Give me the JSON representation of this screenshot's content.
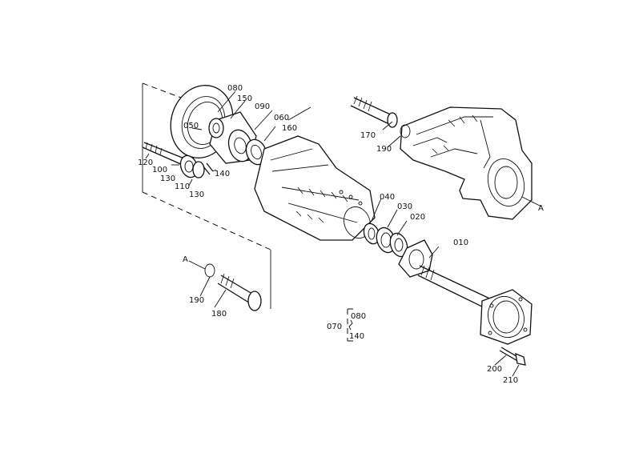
{
  "labels": {
    "p010": "010",
    "p020": "020",
    "p030": "030",
    "p040": "040",
    "p050": "050",
    "p060": "060",
    "p070": "070",
    "p080": "080",
    "p090": "090",
    "p100": "100",
    "p110": "110",
    "p120": "120",
    "p130a": "130",
    "p130b": "130",
    "p140": "140",
    "p150": "150",
    "p160": "160",
    "p170": "170",
    "p180": "180",
    "p190a": "190",
    "p190b": "190",
    "p200": "200",
    "p210": "210",
    "group_from": "080",
    "group_to": "140",
    "ref_a1": "A",
    "ref_a2": "A"
  }
}
